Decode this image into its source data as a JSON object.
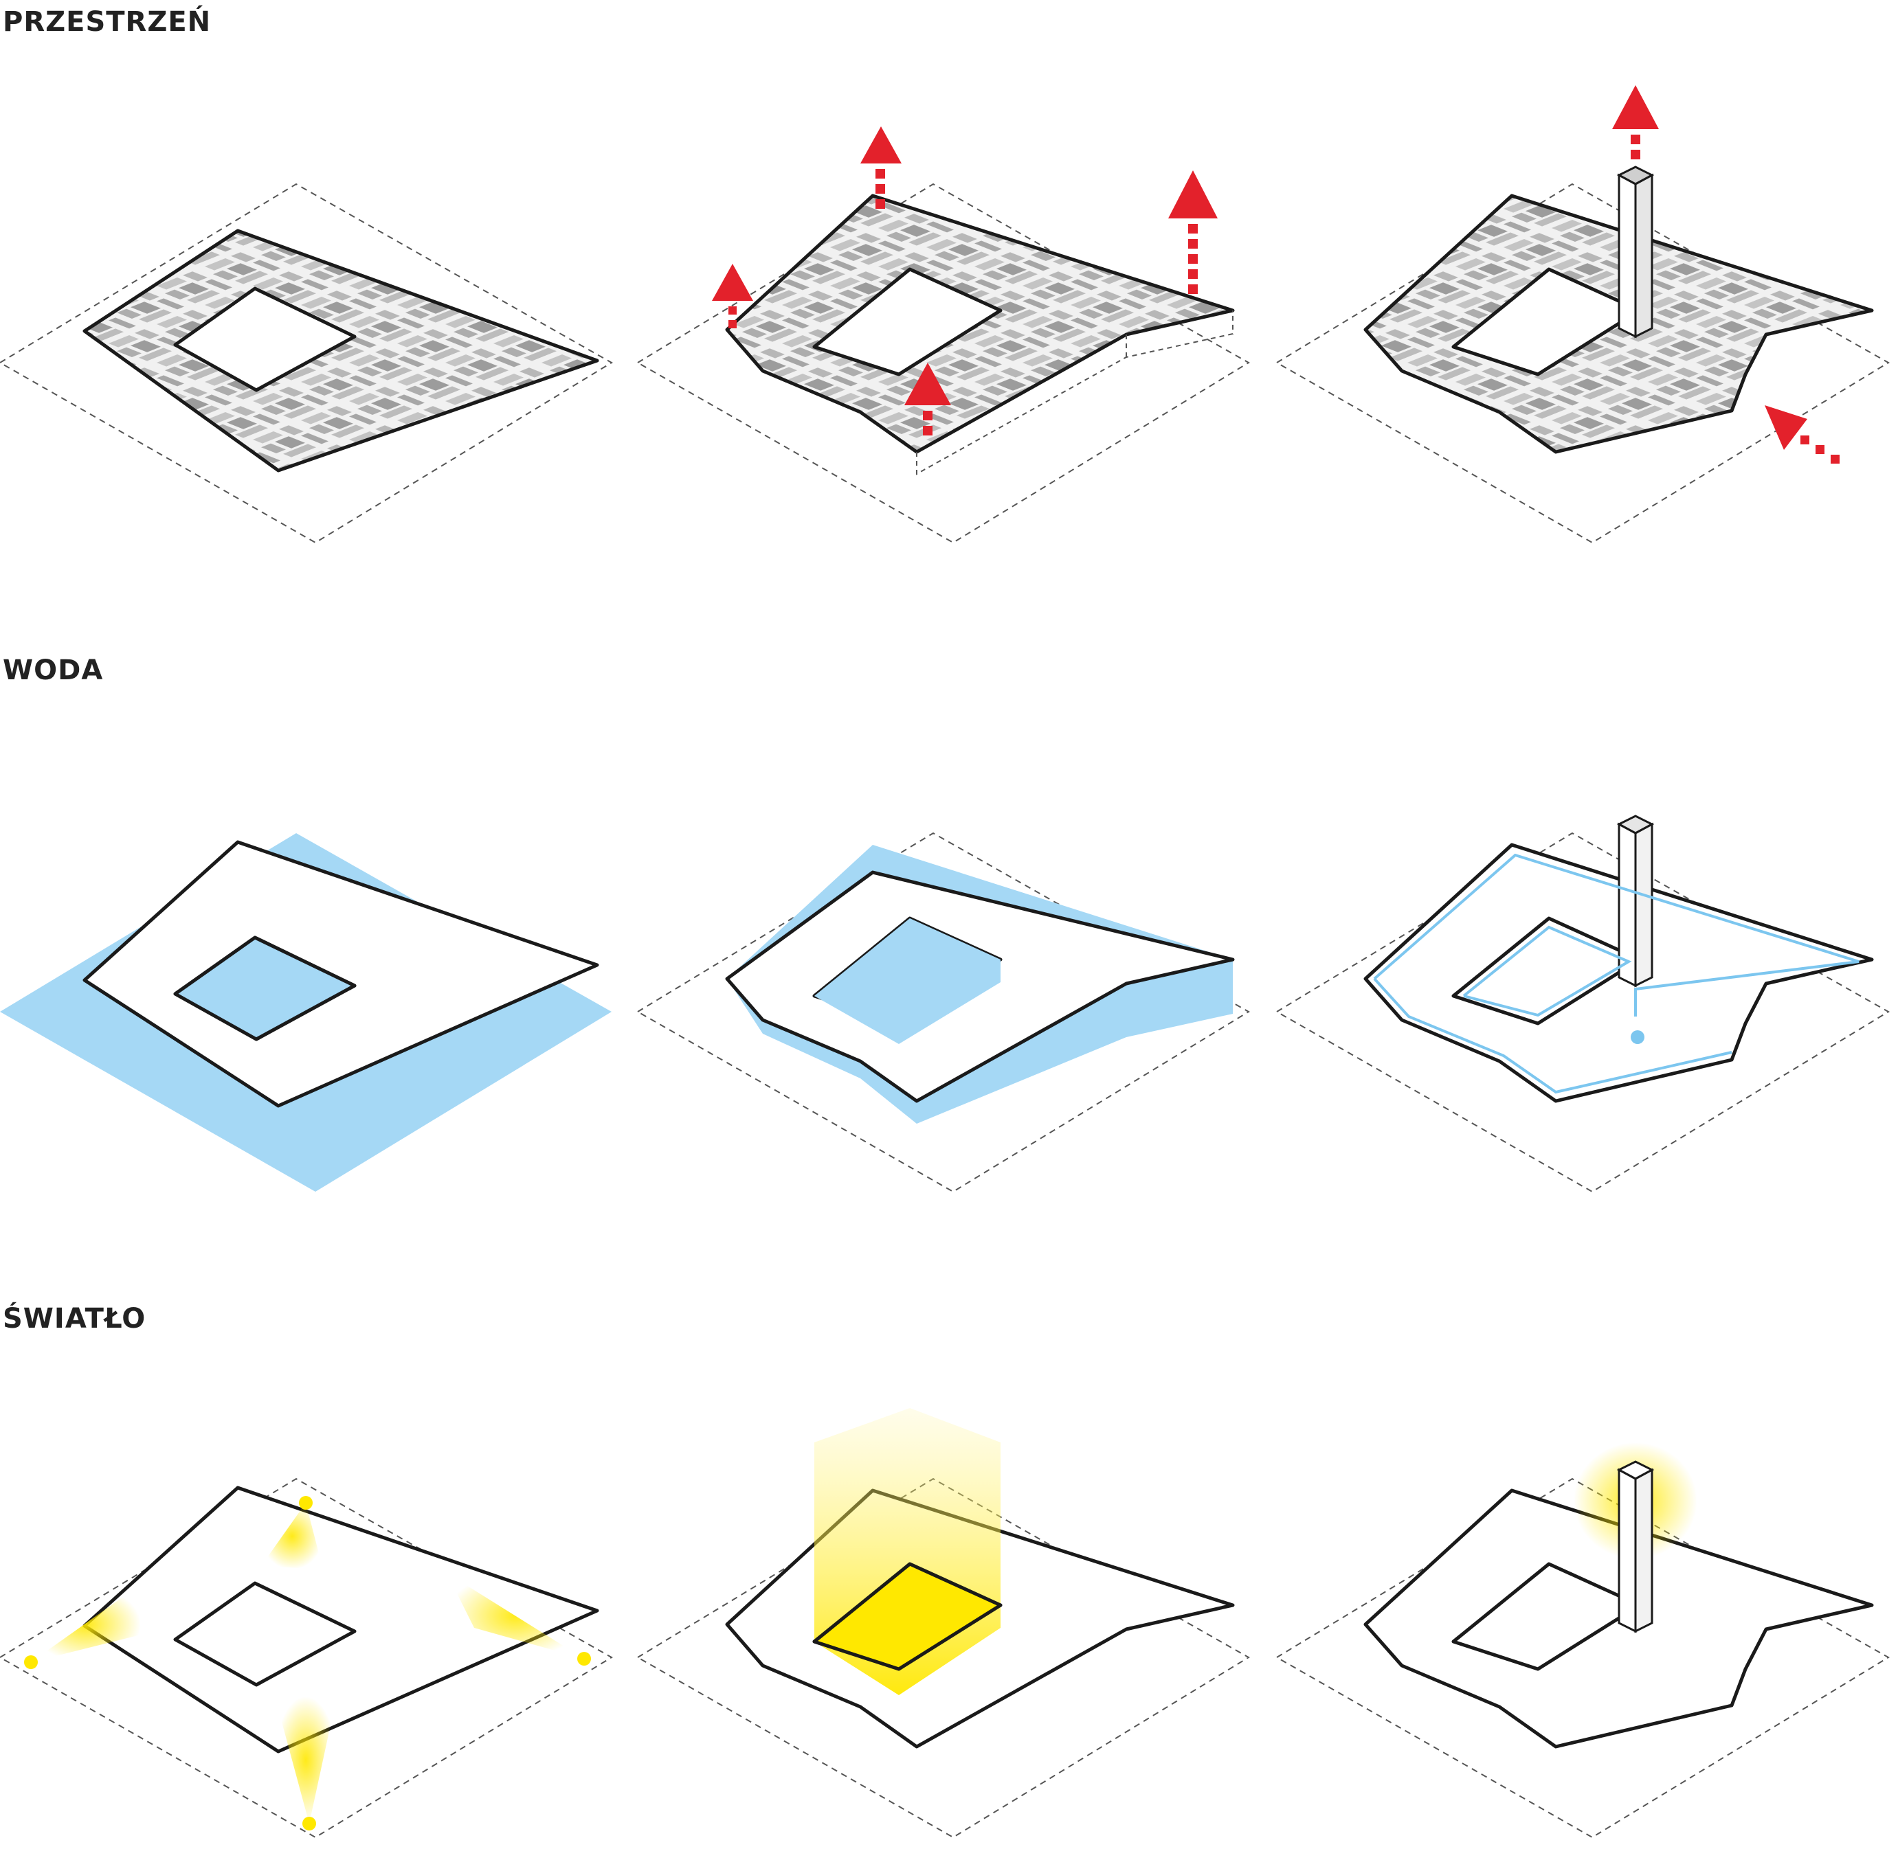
{
  "sections": [
    {
      "id": "space",
      "title": "PRZESTRZEŃ"
    },
    {
      "id": "water",
      "title": "WODA"
    },
    {
      "id": "light",
      "title": "ŚWIATŁO"
    }
  ],
  "colors": {
    "outline": "#1a1a1a",
    "dashed": "#555555",
    "arrow_red": "#e3212b",
    "water_blue": "#a5d8f5",
    "water_flow": "#7cc6ef",
    "light_yellow": "#ffe800",
    "texture_gray": "#9a9a9a"
  },
  "icons": [
    "red-up-arrow-icon",
    "red-inflow-arrow-icon",
    "water-droplet-icon",
    "light-source-icon"
  ]
}
